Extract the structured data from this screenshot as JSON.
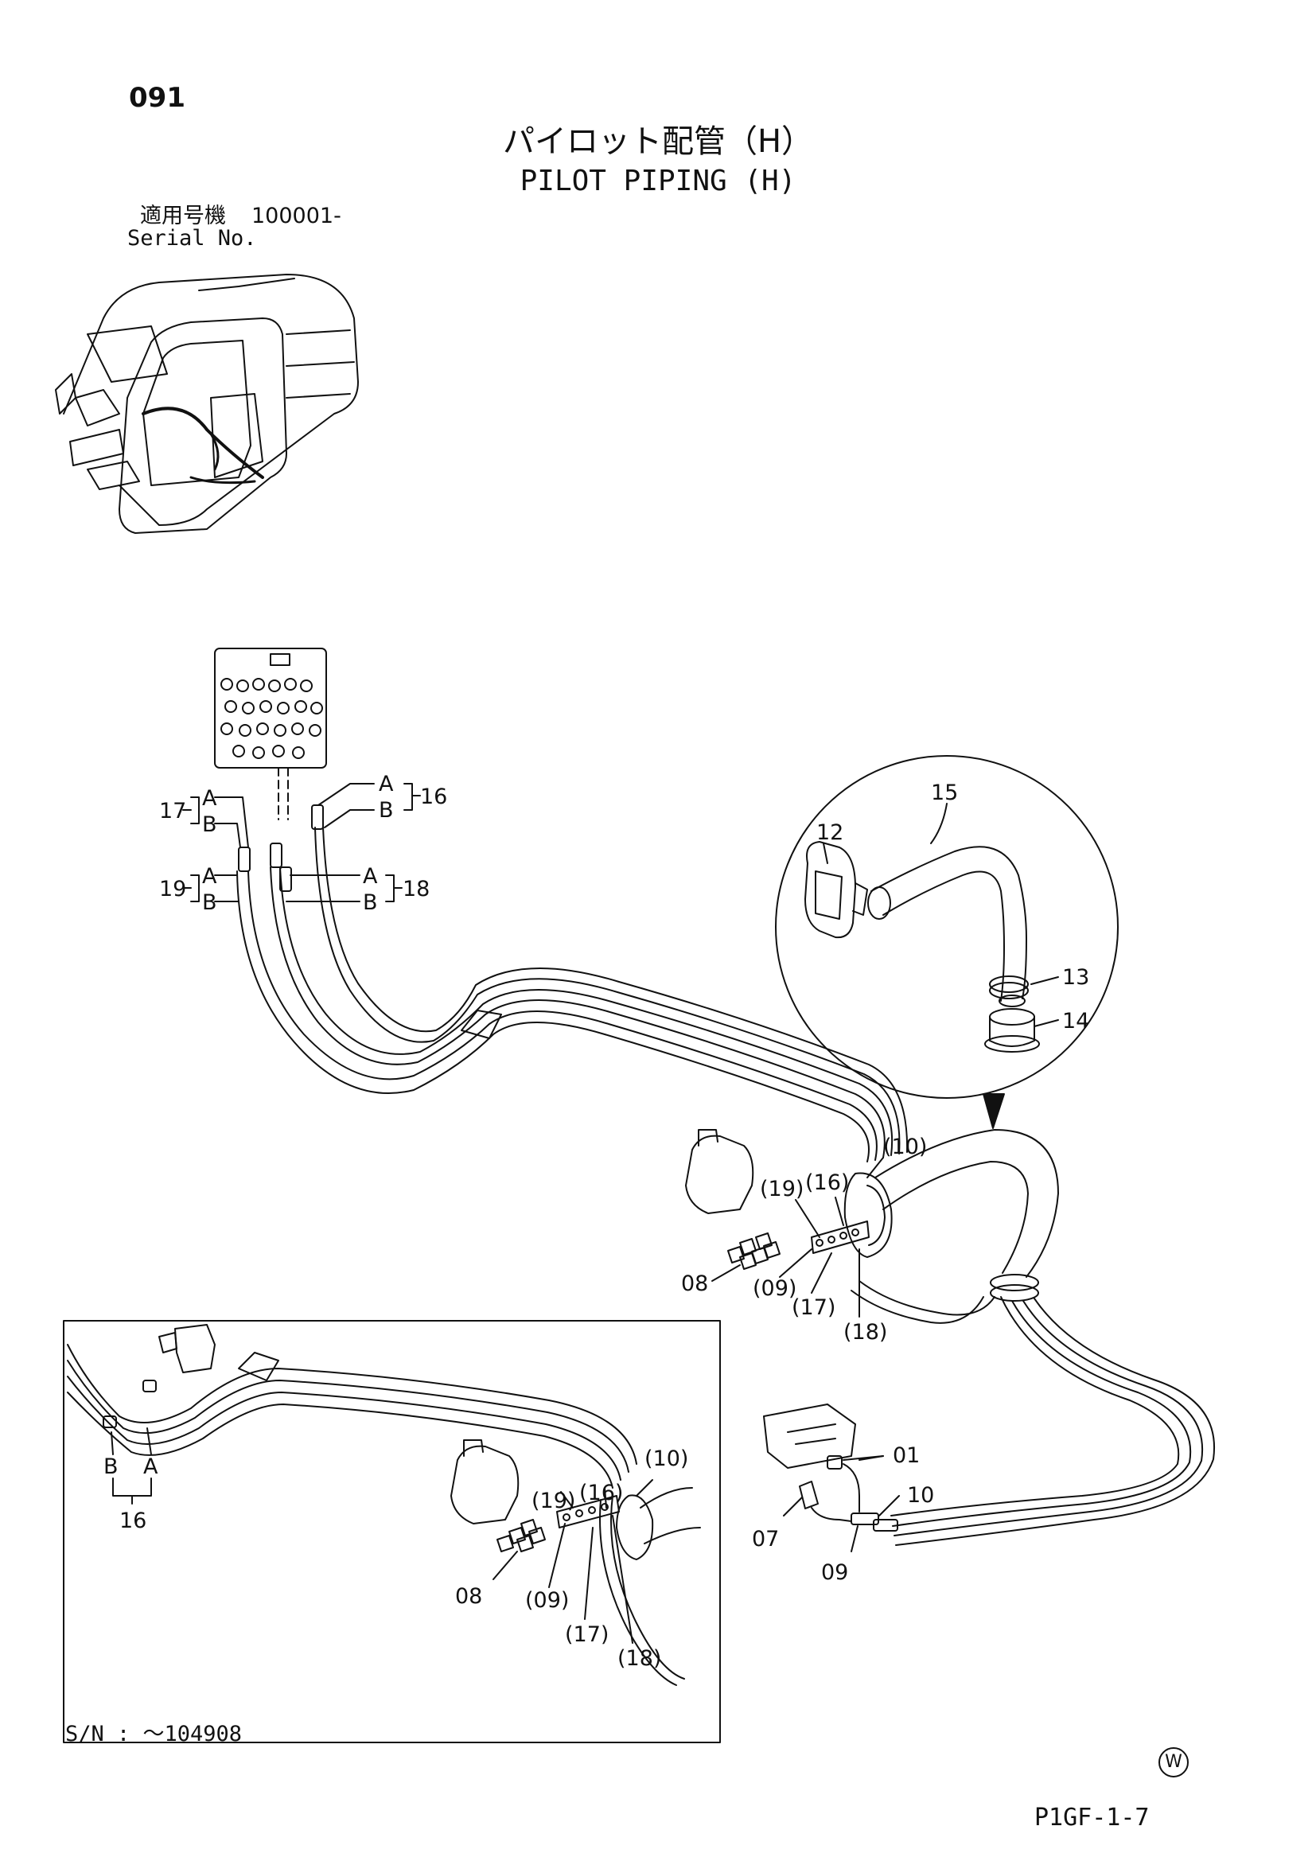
{
  "header": {
    "page_number": "091",
    "title_jp": "パイロット配管（H）",
    "title_en": "PILOT PIPING (H)",
    "serial_label_jp": "適用号機",
    "serial_value": "100001-",
    "serial_label_en": "Serial No."
  },
  "callouts_main": {
    "p15": "15",
    "p12": "12",
    "p13": "13",
    "p14": "14",
    "p16": "16",
    "p17": "17",
    "p18": "18",
    "p19": "19",
    "a_top_right": "A",
    "b_top_right": "B",
    "a_top_left": "A",
    "b_top_left": "B",
    "a_mid_left": "A",
    "b_mid_left": "B",
    "a_mid_right": "A",
    "b_mid_right": "B",
    "p10p": "(10)",
    "p19p": "(19)",
    "p16p": "(16)",
    "p09p": "(09)",
    "p17p": "(17)",
    "p18p": "(18)",
    "p08": "08",
    "p01": "01",
    "p10": "10",
    "p07": "07",
    "p09": "09"
  },
  "callouts_inset": {
    "b": "B",
    "a": "A",
    "p16": "16",
    "p10p": "(10)",
    "p19p": "(19)",
    "p16p": "(16)",
    "p08": "08",
    "p09p": "(09)",
    "p17p": "(17)",
    "p18p": "(18)"
  },
  "inset_note": "S/N : ～104908",
  "watermark_symbol": "W",
  "page_code": "P1GF-1-7"
}
